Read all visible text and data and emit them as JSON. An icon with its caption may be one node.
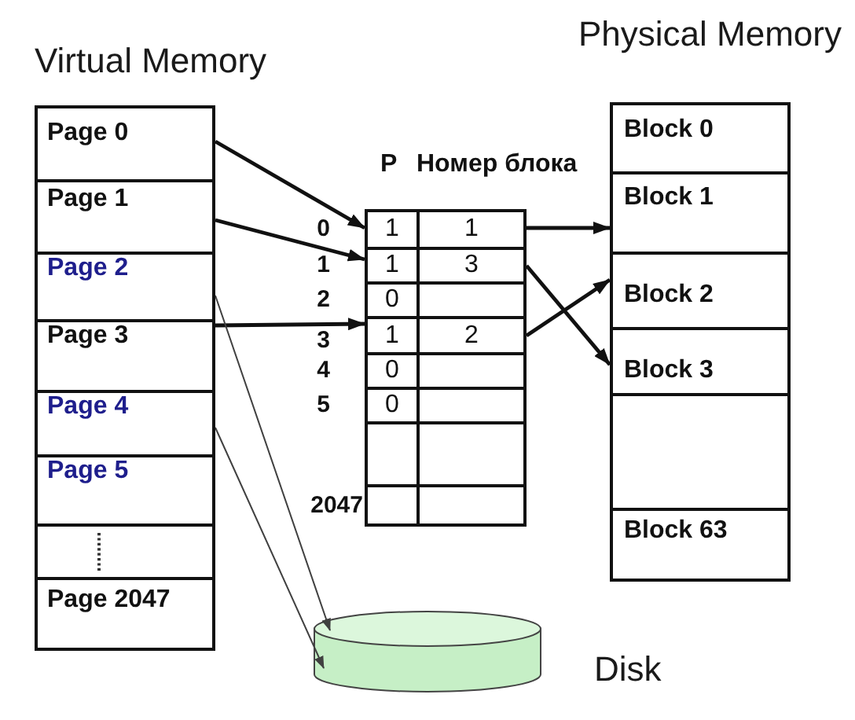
{
  "diagram": {
    "nodes": [
      {
        "text": [
          "Virtual Memory"
        ]
      },
      {
        "text": [
          "Page 0"
        ],
        "in": 0
      },
      {
        "text": [
          "Page 1"
        ],
        "in": 0
      },
      {
        "text": [
          "Page 2"
        ],
        "in": 0
      },
      {
        "text": [
          "Page 3"
        ],
        "in": 0
      },
      {
        "text": [
          "Page 4"
        ],
        "in": 0
      },
      {
        "text": [
          "Page 5"
        ],
        "in": 0
      },
      {
        "text": [],
        "shape": "box",
        "in": 0
      },
      {
        "text": [
          "Page 2047"
        ],
        "in": 0
      },
      {
        "text": [
          "P",
          "Номер блока"
        ]
      },
      {
        "text": [
          "1",
          "1"
        ],
        "in": 9,
        "beside": [
          "0"
        ]
      },
      {
        "text": [
          "1",
          "3"
        ],
        "in": 9,
        "beside": [
          "1"
        ]
      },
      {
        "text": [
          "0"
        ],
        "in": 9,
        "beside": [
          "2"
        ]
      },
      {
        "text": [
          "1",
          "2"
        ],
        "in": 9,
        "beside": [
          "3"
        ]
      },
      {
        "text": [
          "0"
        ],
        "in": 9,
        "beside": [
          "4"
        ]
      },
      {
        "text": [
          "0"
        ],
        "in": 9,
        "beside": [
          "5"
        ]
      },
      {
        "text": [],
        "shape": "box",
        "in": 9
      },
      {
        "text": [],
        "shape": "box",
        "in": 9,
        "beside": [
          "2047"
        ]
      },
      {
        "text": [
          "Physical Memory"
        ]
      },
      {
        "text": [
          "Block 0"
        ],
        "in": 18
      },
      {
        "text": [
          "Block 1"
        ],
        "in": 18
      },
      {
        "text": [
          "Block 2"
        ],
        "in": 18
      },
      {
        "text": [
          "Block 3"
        ],
        "in": 18
      },
      {
        "text": [],
        "shape": "box",
        "in": 18
      },
      {
        "text": [
          "Block 63"
        ],
        "in": 18
      },
      {
        "text": [],
        "shape": "cylinder",
        "beside": [
          "Disk"
        ]
      }
    ],
    "edges": [
      {
        "from": 1,
        "to": 10,
        "arrow": "to"
      },
      {
        "from": 2,
        "to": 11,
        "arrow": "to"
      },
      {
        "from": 4,
        "to": 13,
        "arrow": "to"
      },
      {
        "from": 3,
        "to": 25,
        "arrow": "to",
        "color": "#404040"
      },
      {
        "from": 5,
        "to": 25,
        "arrow": "to",
        "color": "#404040"
      },
      {
        "from": 10,
        "to": 20,
        "arrow": "to"
      },
      {
        "from": 11,
        "to": 22,
        "arrow": "to"
      },
      {
        "from": 13,
        "to": 21,
        "arrow": "to"
      }
    ]
  }
}
